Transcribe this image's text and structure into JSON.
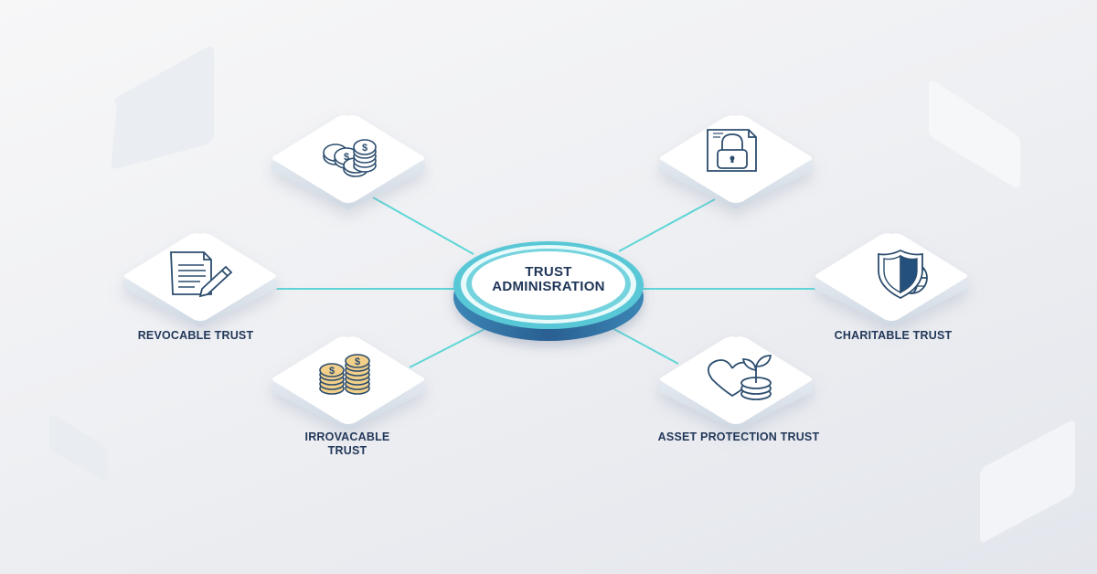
{
  "diagram": {
    "center": {
      "line1": "TRUST",
      "line2": "ADMINISRATION"
    },
    "nodes": [
      {
        "id": "coins-stack",
        "icon": "coins-icon",
        "label": "",
        "position": "top-left"
      },
      {
        "id": "locked-document",
        "icon": "locked-document-icon",
        "label": "",
        "position": "top-right"
      },
      {
        "id": "revocable-trust",
        "icon": "document-pencil-icon",
        "label": "REVOCABLE TRUST",
        "position": "middle-left"
      },
      {
        "id": "charitable-trust",
        "icon": "shield-globe-icon",
        "label": "CHARITABLE TRUST",
        "position": "middle-right"
      },
      {
        "id": "irrevocable-trust",
        "icon": "gold-coins-icon",
        "label_line1": "IRROVACABLE",
        "label_line2": "TRUST",
        "position": "bottom-left"
      },
      {
        "id": "asset-protection-trust",
        "icon": "heart-plant-coin-icon",
        "label": "ASSET PROTECTION TRUST",
        "position": "bottom-right"
      }
    ],
    "colors": {
      "connector": "#5fd6d6",
      "ring_outer": "#58c7d6",
      "disc_side": "#2f6a9b",
      "icon_stroke": "#2c4d6e",
      "label": "#23385a",
      "coin_gold": "#f3d08a"
    }
  }
}
